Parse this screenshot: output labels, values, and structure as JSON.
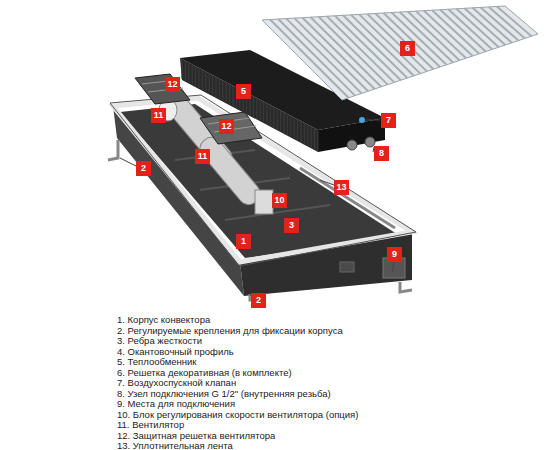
{
  "diagram": {
    "labels": [
      "6",
      "12",
      "5",
      "7",
      "11",
      "12",
      "8",
      "2",
      "11",
      "13",
      "10",
      "3",
      "1",
      "9",
      "2",
      "1. Корпус конвектора",
      "2. Регулируемые крепления для фиксации корпуса",
      "3. Ребра жесткости",
      "4. Окантовочный профиль",
      "5. Теплообменник",
      "6. Решетка декоративная (в комплекте)",
      "7. Воздухоспускной клапан",
      "8. Узел подключения G 1/2\" (внутренняя резьба)",
      "9. Места для подключения",
      "10. Блок регулирования скорости вентилятора (опция)",
      "11. Вентилятор",
      "12. Защитная решетка вентилятора",
      "13. Уплотнительная лента"
    ]
  }
}
